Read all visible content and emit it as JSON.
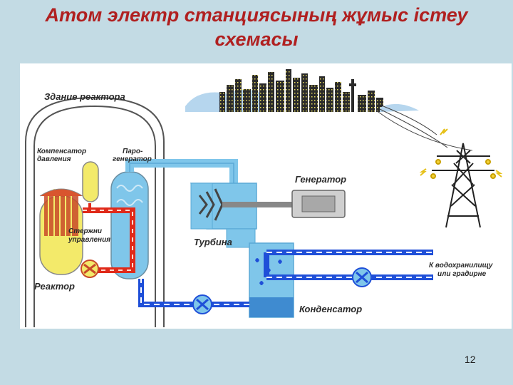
{
  "slide": {
    "title_line1": "Атом электр станциясының жұмыс істеу",
    "title_line2": "схемасы",
    "page_number": "12"
  },
  "diagram": {
    "labels": {
      "reactor_building": "Здание реактора",
      "pressure_compensator_line1": "Компенсатор",
      "pressure_compensator_line2": "давления",
      "steam_generator_line1": "Паро-",
      "steam_generator_line2": "генератор",
      "control_rods_line1": "Стержни",
      "control_rods_line2": "управления",
      "reactor": "Реактор",
      "generator": "Генератор",
      "turbine": "Турбина",
      "to_reservoir_line1": "К водохранилищу",
      "to_reservoir_line2": "или градирне",
      "condenser": "Конденсатор"
    },
    "colors": {
      "hot_loop": "#e02a1a",
      "cold_loop": "#1f4fd8",
      "steam": "#7fc6ea",
      "reactor_yellow": "#f3ea6a",
      "building_outline": "#444444"
    }
  }
}
